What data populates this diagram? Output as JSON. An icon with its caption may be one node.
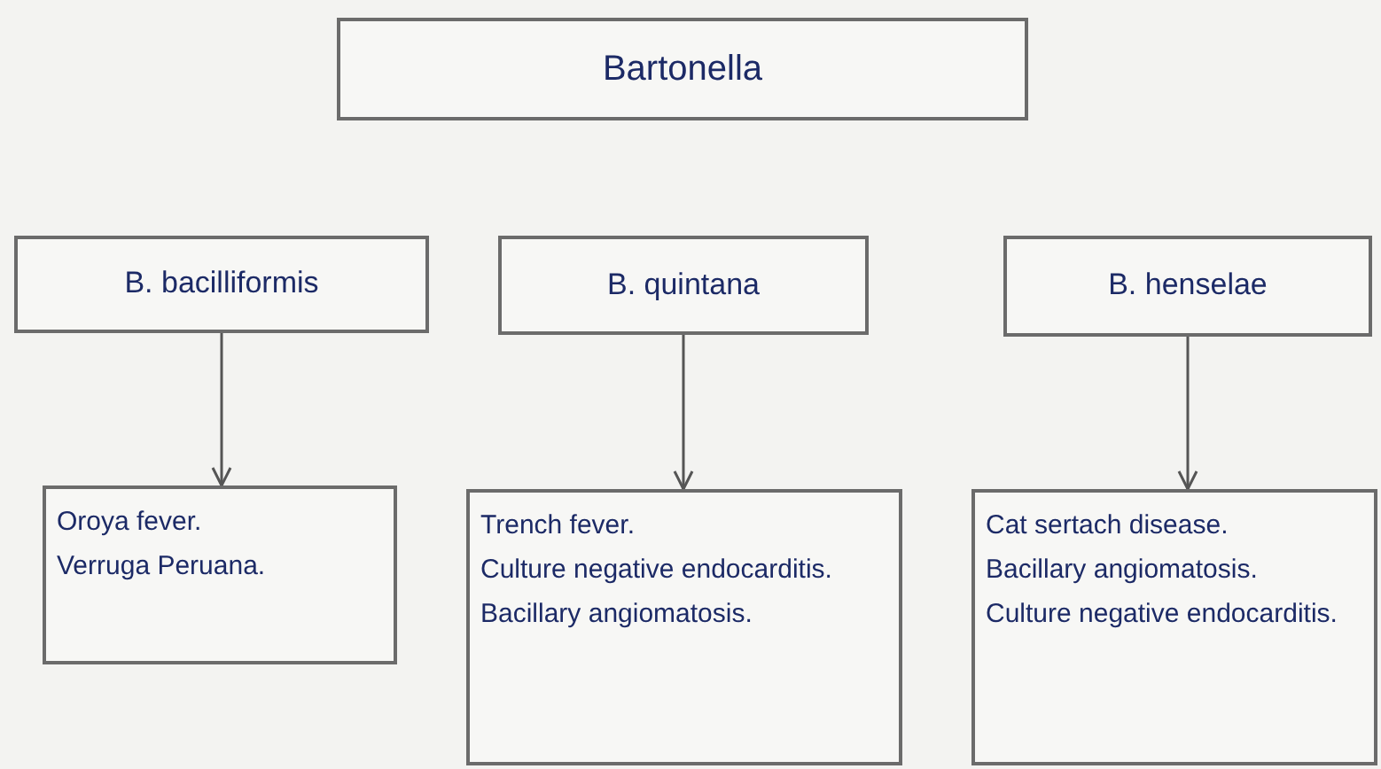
{
  "diagram": {
    "nodes": [
      {
        "text": [
          "Bartonella"
        ]
      },
      {
        "text": [
          "B. bacilliformis"
        ]
      },
      {
        "text": [
          "B. quintana"
        ]
      },
      {
        "text": [
          "B. henselae"
        ]
      },
      {
        "text": [
          "Oroya fever.",
          "Verruga Peruana."
        ]
      },
      {
        "text": [
          "Trench fever.",
          "Culture negative endocarditis.",
          "Bacillary angiomatosis."
        ]
      },
      {
        "text": [
          "Cat sertach disease.",
          "Bacillary angiomatosis.",
          "Culture negative endocarditis."
        ]
      }
    ],
    "edges": [
      {
        "from": 1,
        "to": 4,
        "arrow": "to"
      },
      {
        "from": 2,
        "to": 5,
        "arrow": "to"
      },
      {
        "from": 3,
        "to": 6,
        "arrow": "to"
      }
    ]
  }
}
